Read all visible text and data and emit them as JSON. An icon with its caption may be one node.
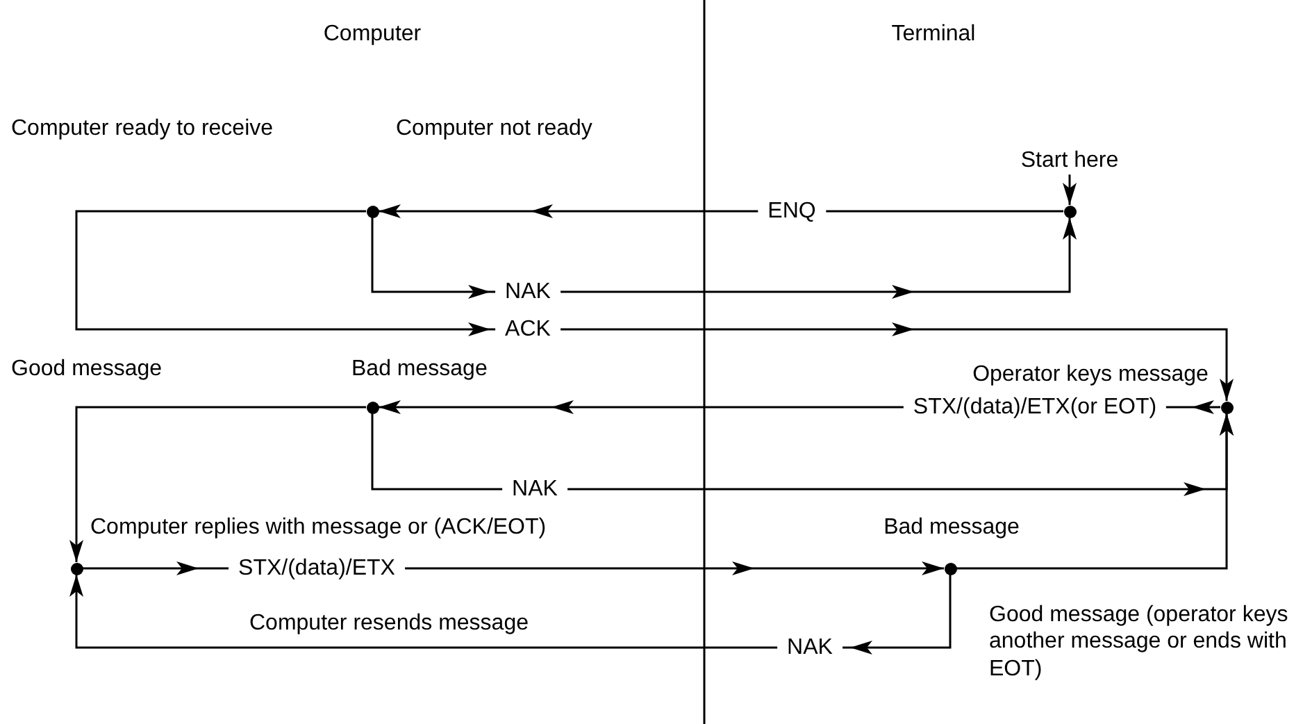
{
  "diagram": {
    "nodes": [
      {
        "text": [
          "Start here"
        ]
      },
      {
        "text": [],
        "shape": "circle"
      },
      {
        "text": [],
        "shape": "circle"
      },
      {
        "text": [],
        "shape": "circle"
      },
      {
        "text": [],
        "shape": "circle"
      },
      {
        "text": [],
        "shape": "circle"
      },
      {
        "text": [],
        "shape": "circle"
      }
    ],
    "edges": [
      {
        "from": 0,
        "to": 1,
        "arrow": "to"
      },
      {
        "from": 1,
        "to": 2,
        "arrow": "to",
        "label": "ENQ"
      },
      {
        "from": 2,
        "to": 1,
        "arrow": "to",
        "label": "NAK"
      },
      {
        "from": 2,
        "to": 3,
        "arrow": "to",
        "label": "ACK"
      },
      {
        "from": 3,
        "to": 4,
        "arrow": "to",
        "label": "STX/(data)/ETX(or EOT)"
      },
      {
        "from": 4,
        "to": 3,
        "arrow": "to",
        "label": "NAK"
      },
      {
        "from": 4,
        "to": 5,
        "arrow": "to"
      },
      {
        "from": 5,
        "to": 6,
        "arrow": "to",
        "label": "STX/(data)/ETX"
      },
      {
        "from": 6,
        "to": 3,
        "arrow": "to"
      },
      {
        "from": 6,
        "to": 5,
        "arrow": "to",
        "label": "NAK"
      }
    ],
    "labels": [
      "Computer",
      "Terminal",
      "Computer ready to receive",
      "Computer not ready",
      "Good message",
      "Bad message",
      "Operator keys message",
      "Computer replies with message or (ACK/EOT)",
      "Bad message",
      "Computer resends message",
      "Good message (operator keys another message or ends with EOT)"
    ]
  }
}
